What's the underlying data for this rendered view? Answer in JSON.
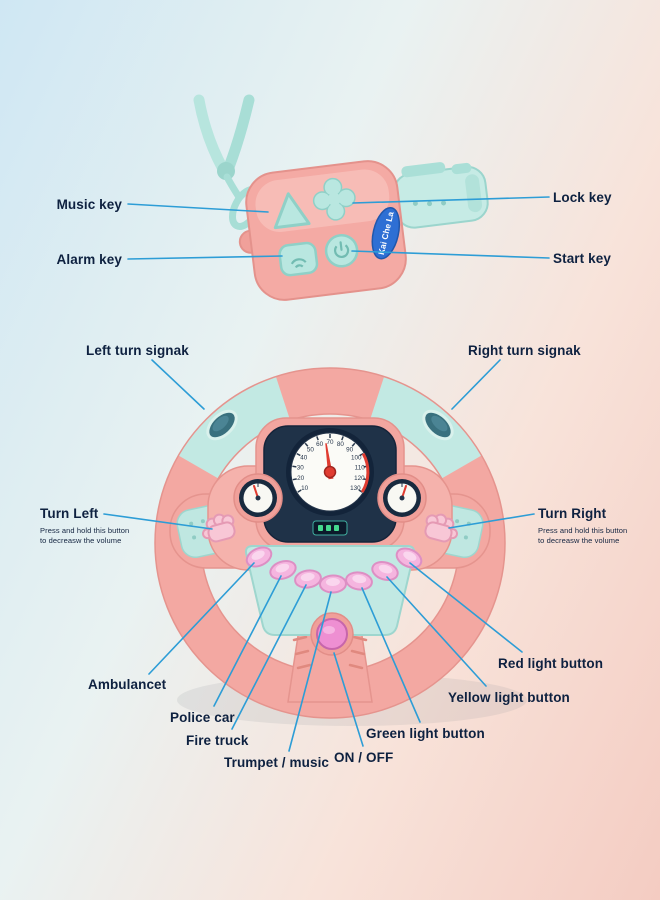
{
  "keyfob": {
    "brand": "Kai Che La",
    "callouts": {
      "music": "Music key",
      "alarm": "Alarm key",
      "lock": "Lock key",
      "start": "Start key"
    }
  },
  "wheel": {
    "speedometer_ticks": [
      "10",
      "20",
      "30",
      "40",
      "50",
      "60",
      "70",
      "80",
      "90",
      "100",
      "110",
      "120",
      "130"
    ],
    "callouts": {
      "left_signal": "Left turn signak",
      "right_signal": "Right turn signak",
      "turn_left": "Turn Left",
      "turn_right": "Turn Right",
      "hold_note_line1": "Press and hold this button",
      "hold_note_line2": "to decreasw the volume",
      "ambulance": "Ambulancet",
      "police": "Police car",
      "fire_truck": "Fire truck",
      "trumpet": "Trumpet / music",
      "on_off": "ON / OFF",
      "green": "Green light button",
      "yellow": "Yellow light button",
      "red": "Red light button"
    }
  },
  "colors": {
    "pink": "#f3a8a2",
    "mint": "#c2e9e3",
    "line_blue": "#2d9dd6",
    "label_navy": "#0e2140",
    "brand_blue": "#2e6fd4"
  }
}
